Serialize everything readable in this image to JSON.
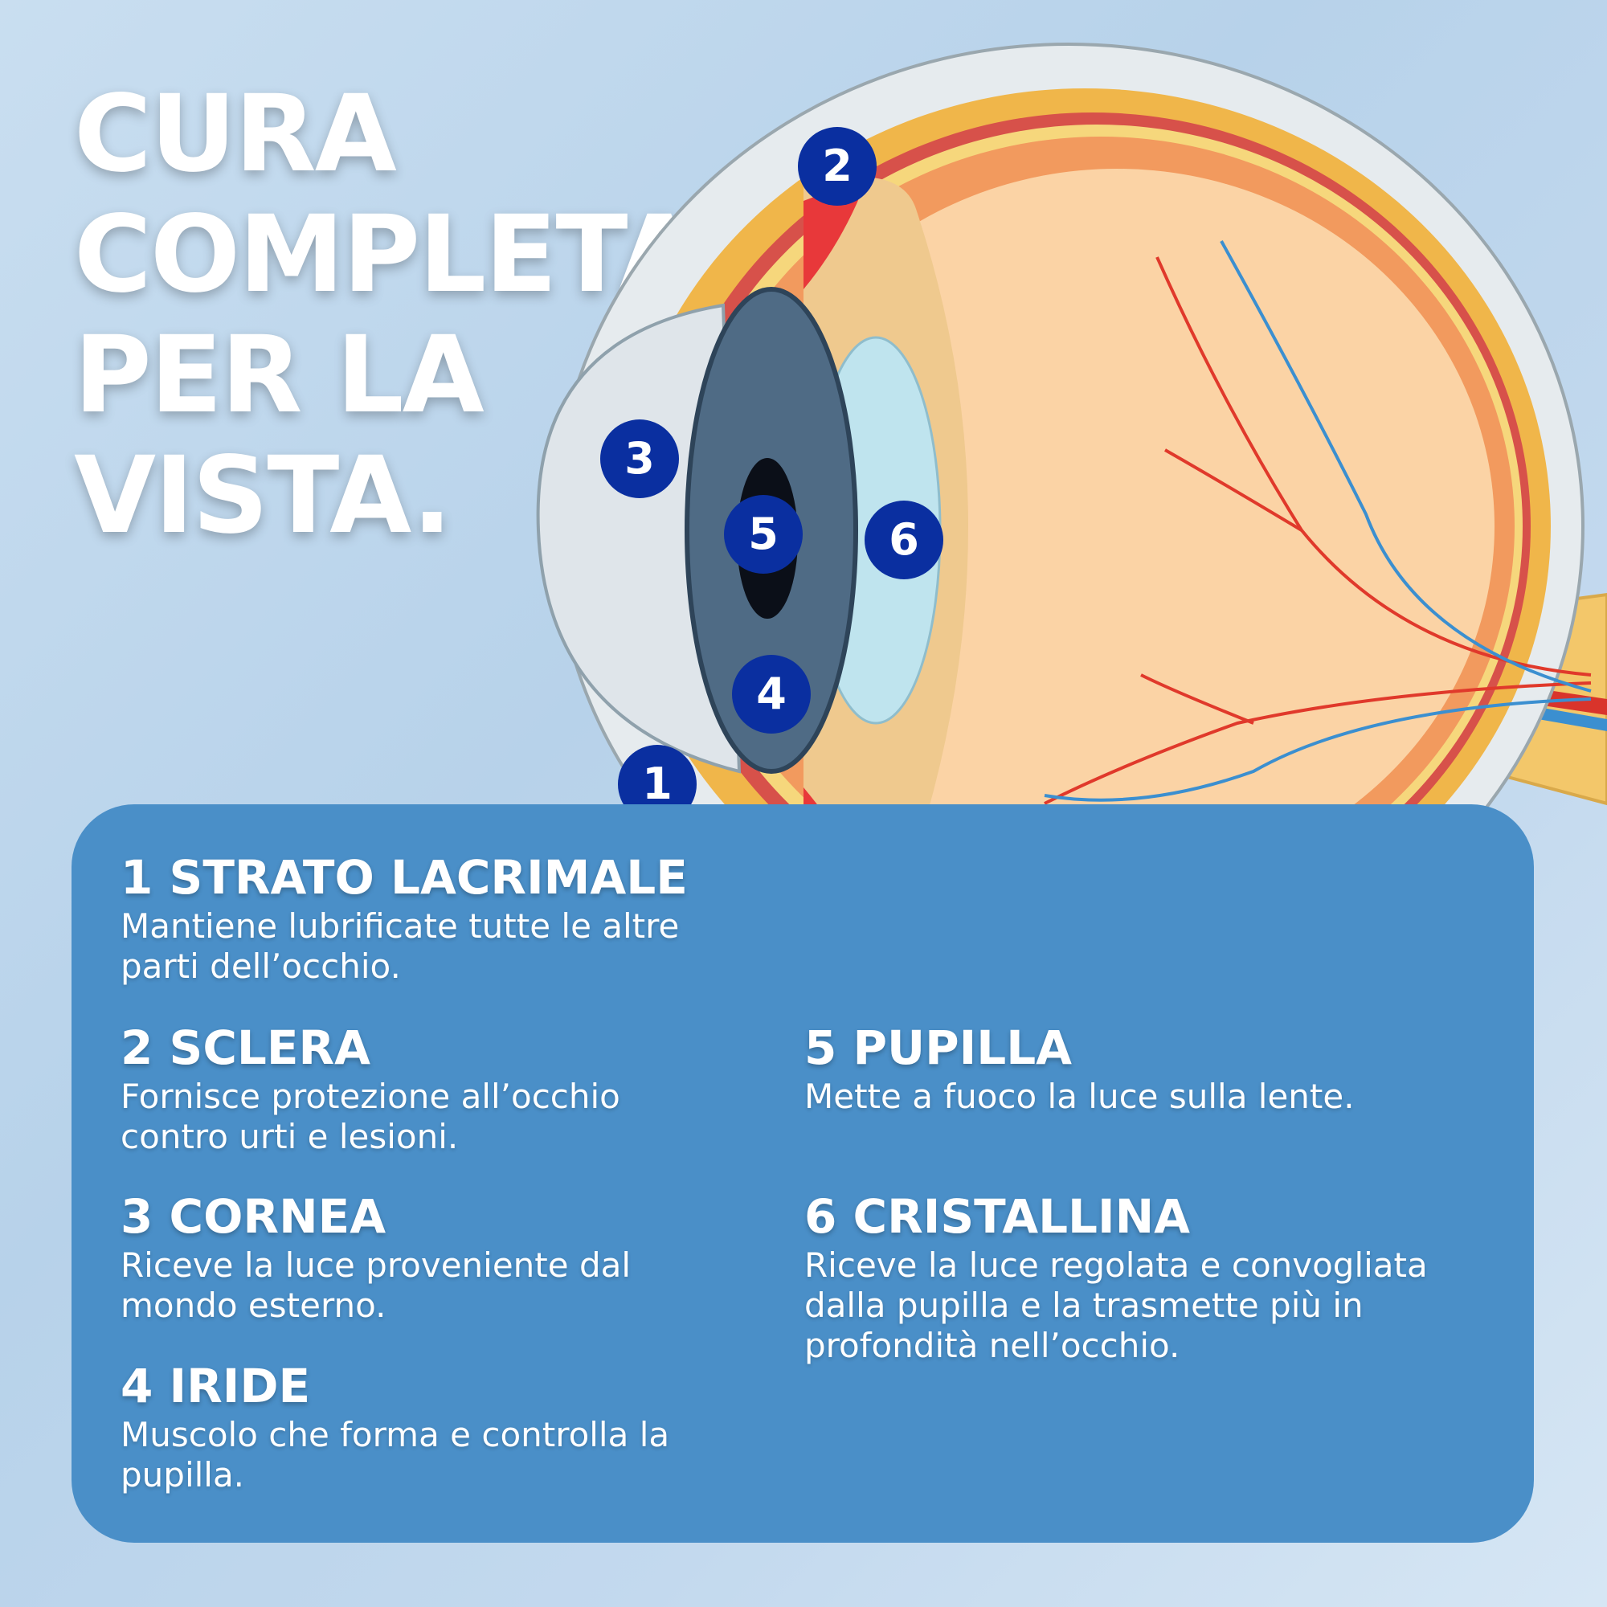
{
  "title": {
    "lines": [
      "CURA",
      "COMPLETA",
      "PER LA",
      "VISTA."
    ]
  },
  "colors": {
    "panel": "#4a8fc8",
    "badge": "#0a2fa0",
    "background": "#c3d9ee"
  },
  "badges": [
    "1",
    "2",
    "3",
    "4",
    "5",
    "6"
  ],
  "items": [
    {
      "heading": "1 STRATO LACRIMALE",
      "text": "Mantiene lubrificate tutte le altre parti dell’occhio."
    },
    {
      "heading": "2 SCLERA",
      "text": "Fornisce protezione all’occhio contro urti e lesioni."
    },
    {
      "heading": "3 CORNEA",
      "text": "Riceve la luce proveniente dal mondo esterno."
    },
    {
      "heading": "4 IRIDE",
      "text": "Muscolo che forma e controlla la pupilla."
    },
    {
      "heading": "5 PUPILLA",
      "text": "Mette a fuoco la luce sulla lente."
    },
    {
      "heading": "6 CRISTALLINA",
      "text": "Riceve la luce regolata e convogliata dalla pupilla e la trasmette più in profondità nell’occhio."
    }
  ]
}
